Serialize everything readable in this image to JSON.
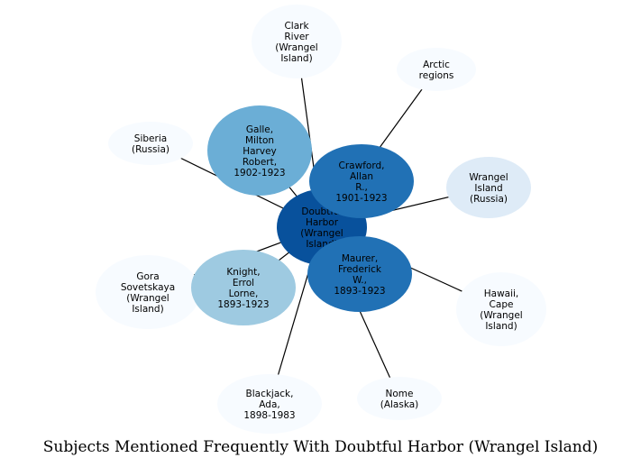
{
  "caption": "Subjects Mentioned Frequently With Doubtful Harbor (Wrangel Island)",
  "colors": {
    "edge": "#000000",
    "tier_darkest": "#08519c",
    "tier_dark": "#2171b5",
    "tier_mid": "#6baed6",
    "tier_light": "#9ecae1",
    "tier_pale": "#deebf7",
    "tier_faint": "#f7fbff"
  },
  "center": {
    "id": "doubtful",
    "lines": [
      "Doubtful",
      "Harbor",
      "(Wrangel",
      "Island)"
    ],
    "color": "#08519c"
  },
  "nodes": [
    {
      "id": "clark",
      "lines": [
        "Clark",
        "River",
        "(Wrangel",
        "Island)"
      ],
      "color": "#f7fbff"
    },
    {
      "id": "arctic",
      "lines": [
        "Arctic",
        "regions"
      ],
      "color": "#f7fbff"
    },
    {
      "id": "siberia",
      "lines": [
        "Siberia",
        "(Russia)"
      ],
      "color": "#f7fbff"
    },
    {
      "id": "wrangel",
      "lines": [
        "Wrangel",
        "Island",
        "(Russia)"
      ],
      "color": "#deebf7"
    },
    {
      "id": "gora",
      "lines": [
        "Gora",
        "Sovetskaya",
        "(Wrangel",
        "Island)"
      ],
      "color": "#f7fbff"
    },
    {
      "id": "hawaii",
      "lines": [
        "Hawaii,",
        "Cape",
        "(Wrangel",
        "Island)"
      ],
      "color": "#f7fbff"
    },
    {
      "id": "blackjack",
      "lines": [
        "Blackjack,",
        "Ada,",
        "1898-1983"
      ],
      "color": "#f7fbff"
    },
    {
      "id": "nome",
      "lines": [
        "Nome",
        "(Alaska)"
      ],
      "color": "#f7fbff"
    },
    {
      "id": "galle",
      "lines": [
        "Galle,",
        "Milton",
        "Harvey",
        "Robert,",
        "1902-1923"
      ],
      "color": "#6baed6"
    },
    {
      "id": "knight",
      "lines": [
        "Knight,",
        "Errol",
        "Lorne,",
        "1893-1923"
      ],
      "color": "#9ecae1"
    },
    {
      "id": "crawford",
      "lines": [
        "Crawford,",
        "Allan",
        "R.,",
        "1901-1923"
      ],
      "color": "#2171b5"
    },
    {
      "id": "maurer",
      "lines": [
        "Maurer,",
        "Frederick",
        "W.,",
        "1893-1923"
      ],
      "color": "#2171b5"
    }
  ],
  "edges": [
    [
      "doubtful",
      "clark"
    ],
    [
      "doubtful",
      "arctic"
    ],
    [
      "doubtful",
      "siberia"
    ],
    [
      "doubtful",
      "wrangel"
    ],
    [
      "doubtful",
      "gora"
    ],
    [
      "doubtful",
      "hawaii"
    ],
    [
      "doubtful",
      "blackjack"
    ],
    [
      "doubtful",
      "nome"
    ],
    [
      "doubtful",
      "galle"
    ],
    [
      "doubtful",
      "knight"
    ],
    [
      "doubtful",
      "crawford"
    ],
    [
      "doubtful",
      "maurer"
    ]
  ]
}
